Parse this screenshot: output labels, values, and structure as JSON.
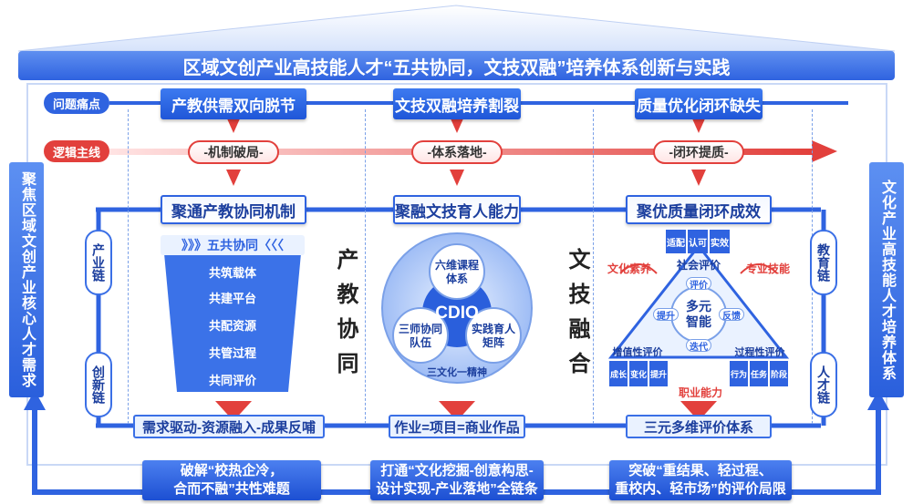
{
  "title": "区域文创产业高技能人才“五共协同，文技双融”培养体系创新与实践",
  "row_labels": {
    "pain": "问题痛点",
    "logic": "逻辑主线"
  },
  "pain_points": [
    "产教供需双向脱节",
    "文技双融培养割裂",
    "质量优化闭环缺失"
  ],
  "logic_steps": [
    "-机制破局-",
    "-体系落地-",
    "-闭环提质-"
  ],
  "goals": [
    "聚通产教协同机制",
    "聚融文技育人能力",
    "聚优质量闭环成效"
  ],
  "left_column": "聚焦区域文创产业核心人才需求",
  "right_column": "文化产业高技能人才培养体系",
  "chains": {
    "industry": "产业链",
    "innovation": "创新链",
    "education": "教育链",
    "talent": "人才链"
  },
  "section_labels": {
    "coop": "产教协同",
    "fusion": "文技融合"
  },
  "five_co": {
    "header": "》》》五共协同〈〈〈",
    "items": [
      "共筑载体",
      "共建平台",
      "共配资源",
      "共管过程",
      "共同评价"
    ]
  },
  "cdio": {
    "center": "CDIO",
    "top": "六维课程\n体系",
    "left": "三师协同\n队伍",
    "right": "实践育人\n矩阵",
    "bottom": "三文化一精神"
  },
  "eval": {
    "top_boxes": [
      "适配",
      "认可",
      "实效"
    ],
    "bottom_boxes_left": [
      "成长",
      "变化",
      "提升"
    ],
    "bottom_boxes_right": [
      "行为",
      "任务",
      "阶段"
    ],
    "social": "社会评价",
    "growth": "增值性评价",
    "process": "过程性评价",
    "culture": "文化素养",
    "skill": "专业技能",
    "job": "职业能力",
    "center": "多元\n智能",
    "ring": [
      "评价",
      "反馈",
      "迭代",
      "提升"
    ]
  },
  "results": [
    "需求驱动-资源融入-成果反哺",
    "作业=项目=商业作品",
    "三元多维评价体系"
  ],
  "bottom": [
    "破解“校热企冷，\n合而不融”共性难题",
    "打通“文化挖掘-创意构思-\n设计实现-产业落地”全链条",
    "突破“重结果、轻过程、\n重校内、轻市场”的评价局限"
  ],
  "colors": {
    "blue": "#2f63e0",
    "red": "#e2403c",
    "light": "#eaf2ff"
  }
}
